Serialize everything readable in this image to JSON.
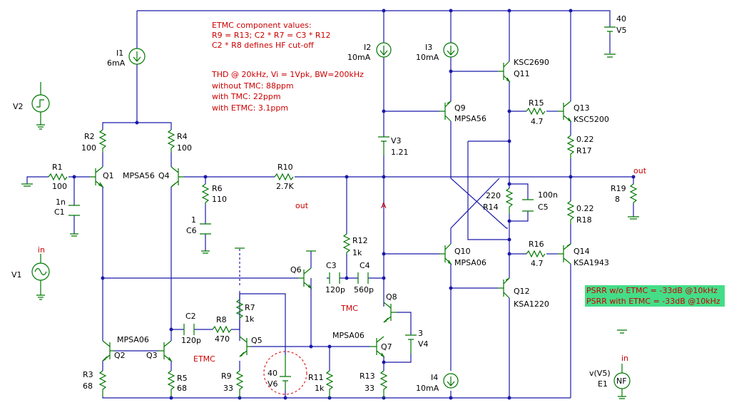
{
  "header_notes": [
    "ETMC component values:",
    "R9 = R13; C2 * R7 = C3 * R12",
    "C2 * R8 defines HF cut-off"
  ],
  "thd_notes": [
    "THD @ 20kHz, Vi = 1Vpk, BW=200kHz",
    "without TMC:  88ppm",
    "with TMC:      22ppm",
    "with ETMC:    3.1ppm"
  ],
  "sources": {
    "v5": {
      "ref": "V5",
      "value": "40"
    },
    "v2": {
      "ref": "V2"
    },
    "v1": {
      "ref": "V1",
      "node": "in"
    },
    "i1": {
      "ref": "I1",
      "value": "6mA"
    },
    "i2": {
      "ref": "I2",
      "value": "10mA"
    },
    "i3": {
      "ref": "I3",
      "value": "10mA"
    },
    "i4": {
      "ref": "I4",
      "value": "10mA"
    },
    "v3": {
      "ref": "V3",
      "value": "1.21"
    },
    "v4": {
      "ref": "V4",
      "value": "3"
    },
    "v6": {
      "ref": "V6",
      "value": "40"
    },
    "e1": {
      "ref": "E1",
      "expr": "v(V5)",
      "node": "in",
      "label": "NF"
    }
  },
  "resistors": {
    "r1": {
      "ref": "R1",
      "value": "100"
    },
    "r2": {
      "ref": "R2",
      "value": "100"
    },
    "r3": {
      "ref": "R3",
      "value": "68"
    },
    "r4": {
      "ref": "R4",
      "value": "100"
    },
    "r5": {
      "ref": "R5",
      "value": "68"
    },
    "r6": {
      "ref": "R6",
      "value": "110"
    },
    "r7": {
      "ref": "R7",
      "value": "1k"
    },
    "r8": {
      "ref": "R8",
      "value": "470"
    },
    "r9": {
      "ref": "R9",
      "value": "33"
    },
    "r10": {
      "ref": "R10",
      "value": "2.7K"
    },
    "r11": {
      "ref": "R11",
      "value": "1k"
    },
    "r12": {
      "ref": "R12",
      "value": "1k"
    },
    "r13": {
      "ref": "R13",
      "value": "33"
    },
    "r14": {
      "ref": "R14",
      "value": "220"
    },
    "r15": {
      "ref": "R15",
      "value": "4.7"
    },
    "r16": {
      "ref": "R16",
      "value": "4.7"
    },
    "r17": {
      "ref": "R17",
      "value": "0.22"
    },
    "r18": {
      "ref": "R18",
      "value": "0.22"
    },
    "r19": {
      "ref": "R19",
      "value": "8"
    }
  },
  "capacitors": {
    "c1": {
      "ref": "C1",
      "value": "1n"
    },
    "c2": {
      "ref": "C2",
      "value": "120p"
    },
    "c3": {
      "ref": "C3",
      "value": "120p"
    },
    "c4": {
      "ref": "C4",
      "value": "560p"
    },
    "c5": {
      "ref": "C5",
      "value": "100n"
    },
    "c6": {
      "ref": "C6",
      "value": "1"
    }
  },
  "transistors": {
    "q1": {
      "ref": "Q1"
    },
    "q4": {
      "ref": "Q4",
      "model": "MPSA56"
    },
    "q2": {
      "ref": "Q2",
      "model": "MPSA06"
    },
    "q3": {
      "ref": "Q3"
    },
    "q5": {
      "ref": "Q5"
    },
    "q6": {
      "ref": "Q6"
    },
    "q7": {
      "ref": "Q7",
      "model": "MPSA06"
    },
    "q8": {
      "ref": "Q8"
    },
    "q9": {
      "ref": "Q9",
      "model": "MPSA56"
    },
    "q10": {
      "ref": "Q10",
      "model": "MPSA06"
    },
    "q11": {
      "ref": "Q11",
      "model": "KSC2690"
    },
    "q12": {
      "ref": "Q12",
      "model": "KSA1220"
    },
    "q13": {
      "ref": "Q13",
      "model": "KSC5200"
    },
    "q14": {
      "ref": "Q14",
      "model": "KSA1943"
    }
  },
  "labels": {
    "out_mid": "out",
    "out_right": "out",
    "node_a": "A",
    "tmc": "TMC",
    "etmc": "ETMC"
  },
  "psrr_notes": [
    "PSRR w/o ETMC = -33dB  @10kHz",
    "PSRR with ETMC = -33dB @10kHz"
  ],
  "colors": {
    "wire": "#1a1aaa",
    "component": "#007700",
    "annotation": "#cc0000",
    "highlight": "#44dd88"
  }
}
